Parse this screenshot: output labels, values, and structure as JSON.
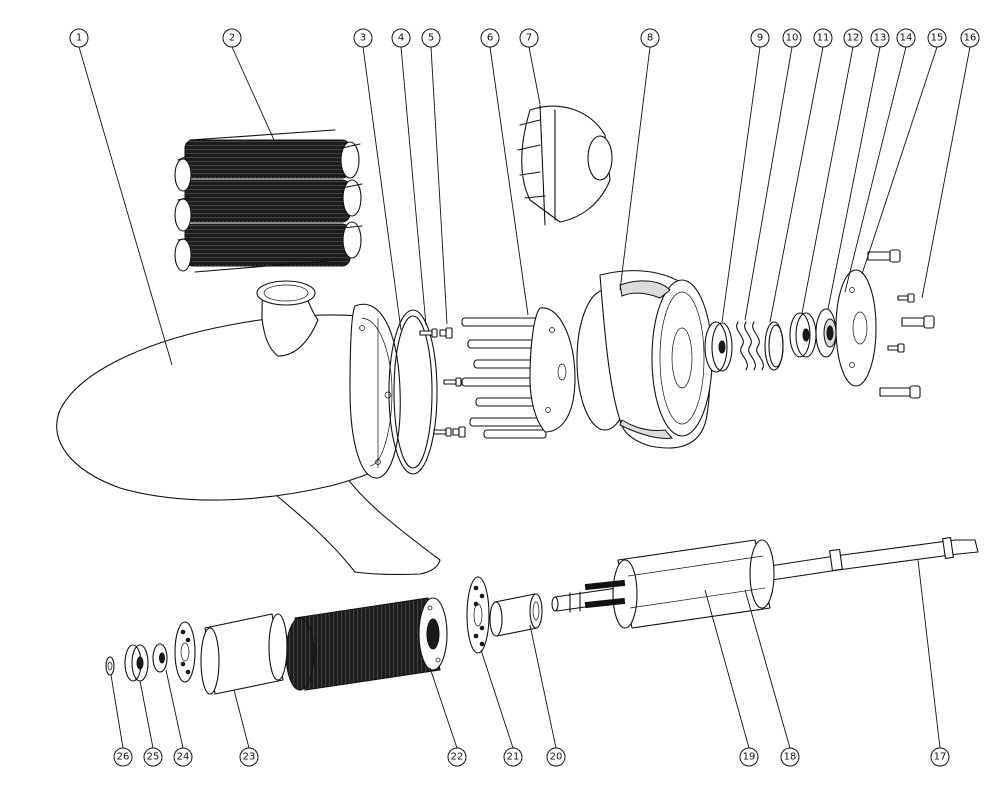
{
  "diagram": {
    "type": "exploded-assembly",
    "line_color": "#111111",
    "background": "#ffffff",
    "callouts": [
      "1",
      "2",
      "3",
      "4",
      "5",
      "6",
      "7",
      "8",
      "9",
      "10",
      "11",
      "12",
      "13",
      "14",
      "15",
      "16",
      "17",
      "18",
      "19",
      "20",
      "21",
      "22",
      "23",
      "24",
      "25",
      "26"
    ]
  }
}
